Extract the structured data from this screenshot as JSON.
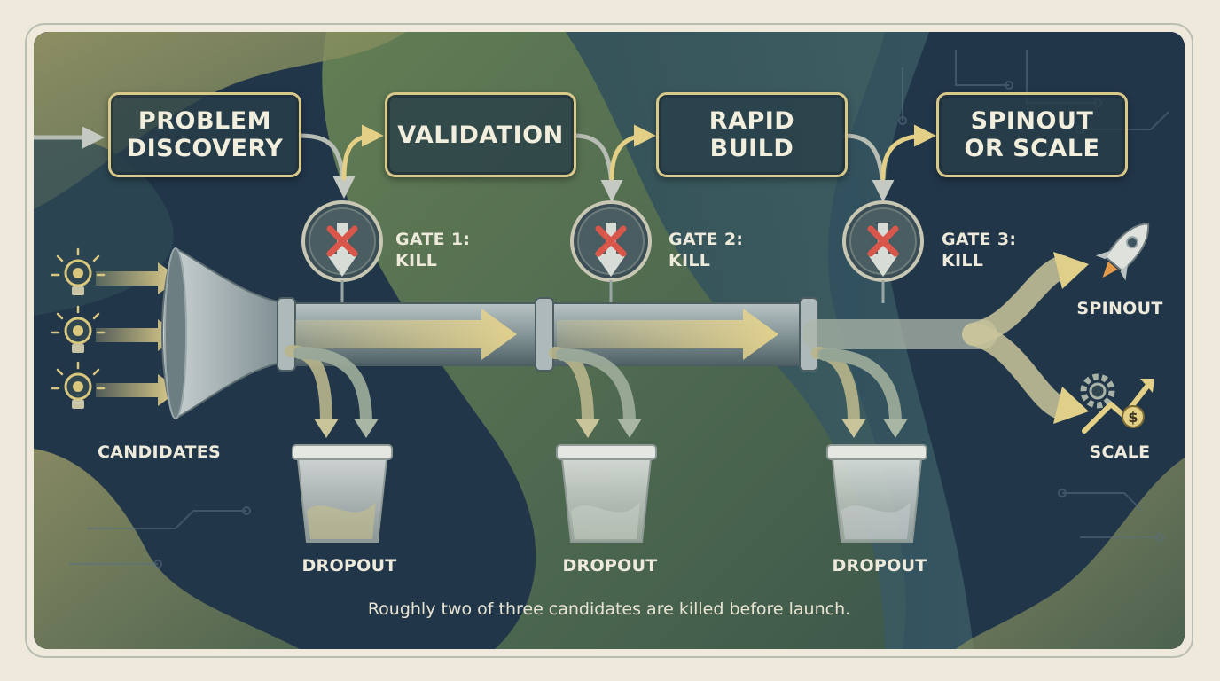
{
  "stages": [
    {
      "label": "PROBLEM\nDISCOVERY"
    },
    {
      "label": "VALIDATION"
    },
    {
      "label": "RAPID\nBUILD"
    },
    {
      "label": "SPINOUT\nOR SCALE"
    }
  ],
  "gates": [
    {
      "label": "GATE 1:\nKILL"
    },
    {
      "label": "GATE 2:\nKILL"
    },
    {
      "label": "GATE 3:\nKILL"
    }
  ],
  "candidates_label": "CANDIDATES",
  "dropouts": [
    {
      "label": "DROPOUT"
    },
    {
      "label": "DROPOUT"
    },
    {
      "label": "DROPOUT"
    }
  ],
  "outcomes": {
    "spinout": "SPINOUT",
    "scale": "SCALE"
  },
  "footnote": "Roughly two of three candidates are killed before launch.",
  "colors": {
    "accent": "#d8c98a",
    "arrow_gold": "#e3cf86",
    "kill_red": "#d9564a",
    "panel_dark": "#1f3447",
    "panel_green": "#5f7a50"
  },
  "icons": [
    "lightbulb-gear-icon",
    "close-icon",
    "down-arrow-icon",
    "bucket-icon",
    "rocket-icon",
    "gear-growth-icon",
    "dollar-icon"
  ]
}
